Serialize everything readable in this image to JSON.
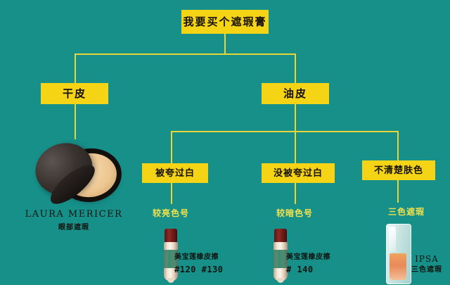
{
  "colors": {
    "background": "#17908a",
    "node_fill": "#f5d416",
    "node_text": "#14100c",
    "line": "#e8d53a",
    "caption_text": "#f2e14c"
  },
  "flowchart": {
    "root": {
      "label": "我要买个遮瑕膏"
    },
    "level1": [
      {
        "label": "干皮"
      },
      {
        "label": "油皮"
      }
    ],
    "level2": [
      {
        "label": "被夸过白"
      },
      {
        "label": "没被夸过白"
      },
      {
        "label": "不清楚肤色"
      }
    ],
    "captions": [
      {
        "label": "较亮色号"
      },
      {
        "label": "较暗色号"
      },
      {
        "label": "三色遮瑕"
      }
    ]
  },
  "products": [
    {
      "icon": "compact-powder-icon",
      "brand_en": "LAURA MERICER",
      "brand_cn": "眼部遮瑕"
    },
    {
      "icon": "concealer-tube-icon",
      "name_cn": "美宝莲橡皮擦",
      "shades": "#120 #130"
    },
    {
      "icon": "concealer-tube-icon",
      "name_cn": "美宝莲橡皮擦",
      "shades": "# 140"
    },
    {
      "icon": "ipsa-palette-icon",
      "brand_en": "IPSA",
      "brand_cn": "三色遮瑕"
    }
  ]
}
